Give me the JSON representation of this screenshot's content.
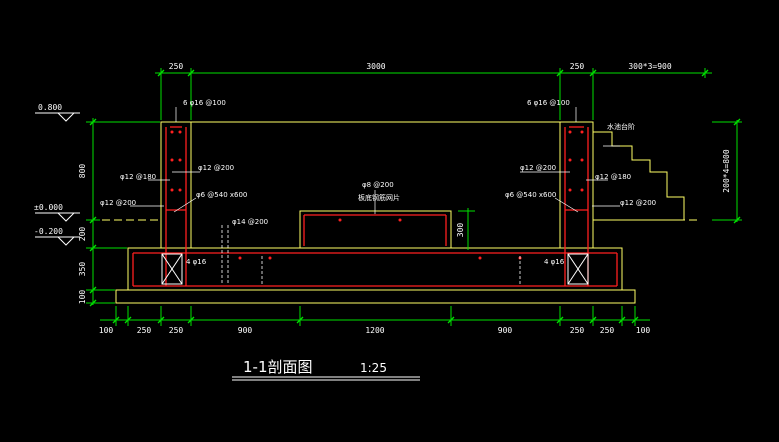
{
  "title": "1-1剖面图",
  "scale": "1:25",
  "top_dims": [
    "250",
    "3000",
    "250",
    "300*3=900"
  ],
  "bottom_dims": [
    "100",
    "250",
    "250",
    "900",
    "1200",
    "900",
    "250",
    "250",
    "100"
  ],
  "left_dims": [
    "800",
    "200",
    "350",
    "100"
  ],
  "right_dim": "200*4=800",
  "right_dim_mid": "300",
  "elevations": [
    "0.800",
    "±0.000",
    "-0.200"
  ],
  "rebar_labels": {
    "wall_top_left": "6 φ16 @100",
    "wall_top_right": "6 φ16 @100",
    "left_phi12_200_a": "φ12 @200",
    "left_phi12_180": "φ12 @180",
    "left_phi6": "φ6 @540 x600",
    "left_phi12_200_b": "φ12 @200",
    "left_phi14": "φ14 @200",
    "left_4phi16": "4 φ16",
    "center_phi8": "φ8 @200",
    "center_note": "板底钢筋网片",
    "right_phi12_200_a": "φ12 @200",
    "right_phi12_180": "φ12 @180",
    "right_phi6": "φ6 @540 x600",
    "right_phi12_200_b": "φ12 @200",
    "right_4phi16": "4 φ16",
    "right_top_note": "水池台阶"
  },
  "colors": {
    "outline": "#ffff66",
    "rebar": "#ff2020",
    "dimension": "#00e000",
    "text": "#ffffff",
    "leader": "#ffffff",
    "hidden": "#ffff66"
  }
}
